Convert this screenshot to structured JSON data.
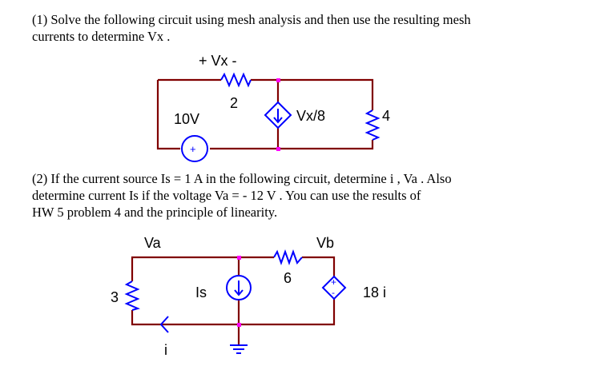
{
  "problem1": {
    "line1": "(1) Solve the following circuit using mesh analysis and then use the resulting mesh",
    "line2": "currents to determine  Vx .",
    "circuit": {
      "vx_label": "+ Vx  -",
      "resistor_top": "2",
      "voltage_source": "10V",
      "dependent_source": "Vx/8",
      "resistor_right": "4",
      "source_plus": "+"
    }
  },
  "problem2": {
    "line1": "(2) If the current source Is = 1 A  in the following circuit, determine i , Va .  Also",
    "line2": "determine current  Is  if the voltage Va = - 12 V .  You can use the results of",
    "line3": "HW 5 problem 4 and the principle of linearity.",
    "circuit": {
      "node_a": "Va",
      "node_b": "Vb",
      "resistor_left": "3",
      "current_source": "Is",
      "resistor_mid": "6",
      "dependent_source": "18 i",
      "branch_current": "i"
    }
  }
}
